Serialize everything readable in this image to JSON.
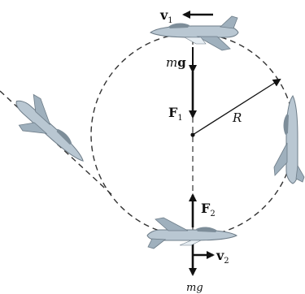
{
  "labels": {
    "v1": {
      "main": "v",
      "sub": "1"
    },
    "mg_top": {
      "m": "m",
      "g": "g"
    },
    "F1": {
      "main": "F",
      "sub": "1"
    },
    "R": "R",
    "F2": {
      "main": "F",
      "sub": "2"
    },
    "v2": {
      "main": "v",
      "sub": "2"
    },
    "mg_bottom": "mg"
  },
  "colors": {
    "line": "#111111",
    "dashed_circle": "#333333",
    "jet_body": "#b9c7d2",
    "jet_dark": "#7d8d99",
    "jet_light": "#e6edf2"
  }
}
